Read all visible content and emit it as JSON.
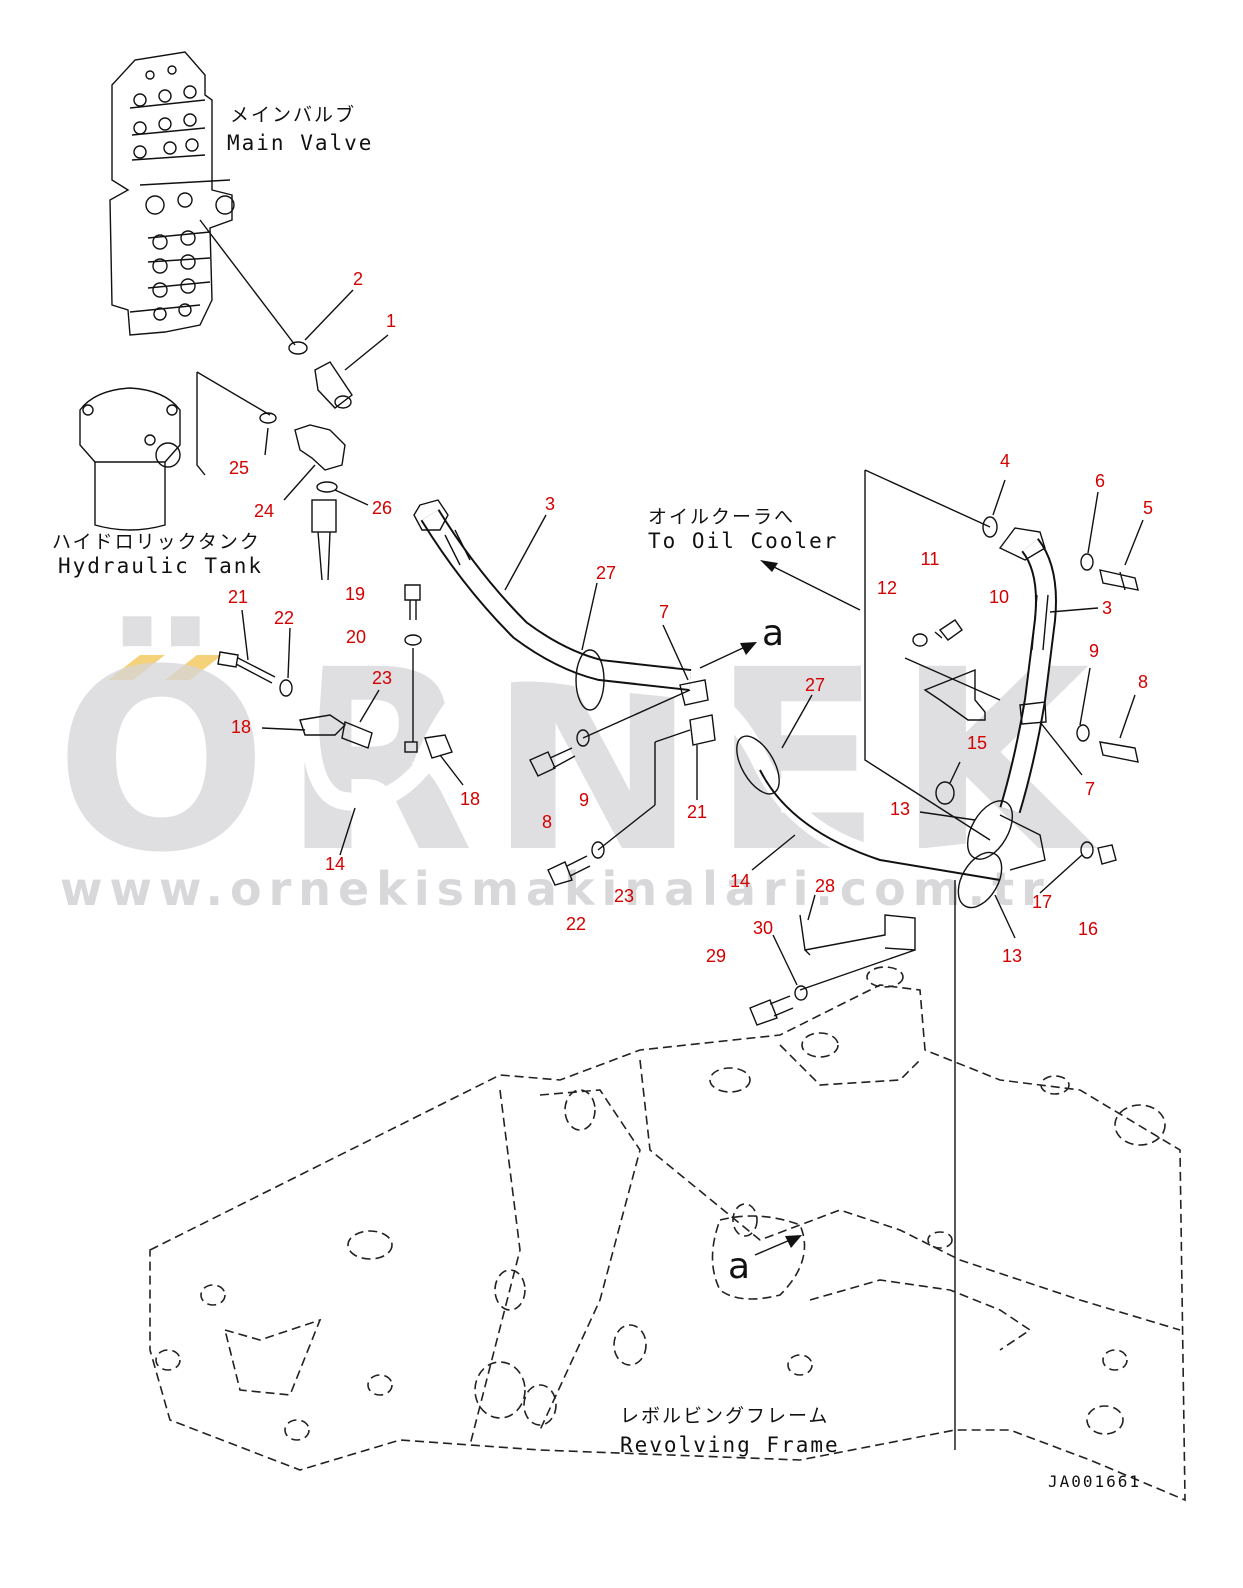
{
  "labels": {
    "main_valve_jp": "メインバルブ",
    "main_valve_en": "Main Valve",
    "hydraulic_tank_jp": "ハイドロリックタンク",
    "hydraulic_tank_en": "Hydraulic Tank",
    "oil_cooler_jp": "オイルクーラへ",
    "oil_cooler_en": "To Oil Cooler",
    "revolving_frame_jp": "レボルビングフレーム",
    "revolving_frame_en": "Revolving Frame",
    "view_a_top": "a",
    "view_a_bottom": "a",
    "drawing_code": "JA001661"
  },
  "watermark": {
    "brand": "ÖRNEK",
    "url": "www.ornekismakinalari.com.tr",
    "accent_color": "#f5d27a"
  },
  "callouts": [
    {
      "id": "c1",
      "text": "1"
    },
    {
      "id": "c2",
      "text": "2"
    },
    {
      "id": "c3a",
      "text": "3"
    },
    {
      "id": "c3b",
      "text": "3"
    },
    {
      "id": "c4",
      "text": "4"
    },
    {
      "id": "c5",
      "text": "5"
    },
    {
      "id": "c6",
      "text": "6"
    },
    {
      "id": "c7a",
      "text": "7"
    },
    {
      "id": "c7b",
      "text": "7"
    },
    {
      "id": "c8a",
      "text": "8"
    },
    {
      "id": "c8b",
      "text": "8"
    },
    {
      "id": "c9a",
      "text": "9"
    },
    {
      "id": "c9b",
      "text": "9"
    },
    {
      "id": "c10",
      "text": "10"
    },
    {
      "id": "c11",
      "text": "11"
    },
    {
      "id": "c12",
      "text": "12"
    },
    {
      "id": "c13a",
      "text": "13"
    },
    {
      "id": "c13b",
      "text": "13"
    },
    {
      "id": "c14a",
      "text": "14"
    },
    {
      "id": "c14b",
      "text": "14"
    },
    {
      "id": "c15",
      "text": "15"
    },
    {
      "id": "c16",
      "text": "16"
    },
    {
      "id": "c17",
      "text": "17"
    },
    {
      "id": "c18a",
      "text": "18"
    },
    {
      "id": "c18b",
      "text": "18"
    },
    {
      "id": "c19",
      "text": "19"
    },
    {
      "id": "c20",
      "text": "20"
    },
    {
      "id": "c21a",
      "text": "21"
    },
    {
      "id": "c21b",
      "text": "21"
    },
    {
      "id": "c22a",
      "text": "22"
    },
    {
      "id": "c22b",
      "text": "22"
    },
    {
      "id": "c23a",
      "text": "23"
    },
    {
      "id": "c23b",
      "text": "23"
    },
    {
      "id": "c24",
      "text": "24"
    },
    {
      "id": "c25",
      "text": "25"
    },
    {
      "id": "c26",
      "text": "26"
    },
    {
      "id": "c27a",
      "text": "27"
    },
    {
      "id": "c27b",
      "text": "27"
    },
    {
      "id": "c28",
      "text": "28"
    },
    {
      "id": "c29",
      "text": "29"
    },
    {
      "id": "c30",
      "text": "30"
    }
  ],
  "colors": {
    "callout": "#d40000",
    "line": "#111111",
    "watermark": "#d5d5d9"
  }
}
